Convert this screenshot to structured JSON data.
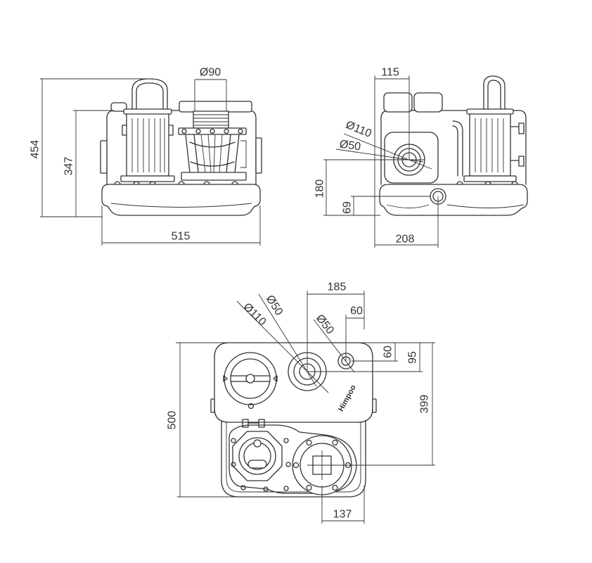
{
  "front_view": {
    "total_height": "454",
    "inlet_height": "347",
    "width": "515",
    "top_diameter": "Ø90"
  },
  "side_view": {
    "top_offset": "115",
    "inlet_outer_diameter": "Ø110",
    "inlet_inner_diameter": "Ø50",
    "inlet_height": "180",
    "outlet_height": "69",
    "outlet_offset": "208"
  },
  "top_view": {
    "inlet_offset_x": "185",
    "vent_offset_x": "60",
    "inlet_outer_diameter": "Ø110",
    "inlet_inner_diameter": "Ø50",
    "vent_diameter": "Ø50",
    "vent_offset_y": "60",
    "inlet_offset_y": "95",
    "total_length": "500",
    "outlet_offset_y": "399",
    "outlet_offset_x": "137",
    "brand": "Himpoo"
  },
  "colors": {
    "line": "#333333",
    "background": "#ffffff"
  }
}
